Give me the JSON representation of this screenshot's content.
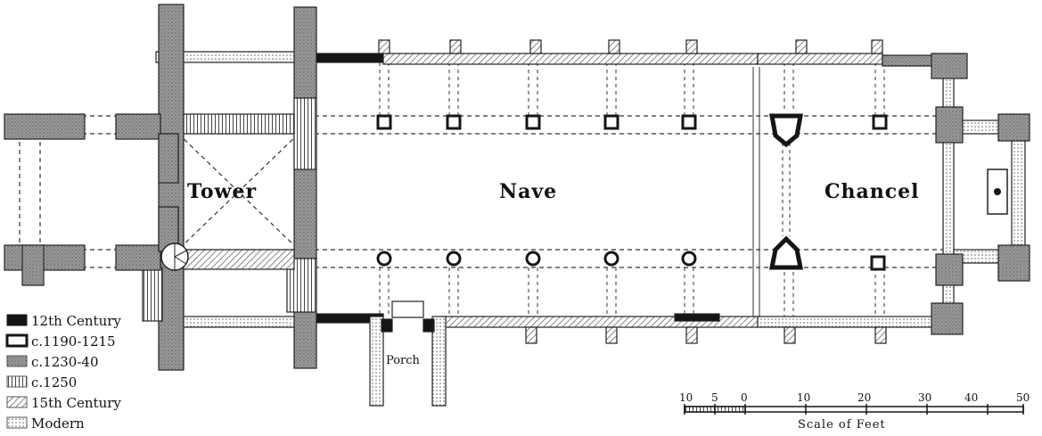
{
  "rooms": {
    "tower": "Tower",
    "nave": "Nave",
    "chancel": "Chancel",
    "porch": "Porch"
  },
  "legend": [
    {
      "label": "12th Century",
      "pattern": "solid",
      "color": "#151515"
    },
    {
      "label": "c.1190-1215",
      "pattern": "outline",
      "color": "#151515"
    },
    {
      "label": "c.1230-40",
      "pattern": "stipple",
      "color": "#8a8a8a"
    },
    {
      "label": "c.1250",
      "pattern": "vertical",
      "color": "#6a6a6a"
    },
    {
      "label": "15th Century",
      "pattern": "diagonal",
      "color": "#6a6a6a"
    },
    {
      "label": "Modern",
      "pattern": "dots",
      "color": "#9a9a9a"
    }
  ],
  "scale": {
    "title": "Scale of Feet",
    "ticks": [
      "10",
      "5",
      "0",
      "10",
      "20",
      "30",
      "40",
      "50"
    ]
  },
  "colors": {
    "ink": "#151515",
    "paper": "#ffffff"
  }
}
